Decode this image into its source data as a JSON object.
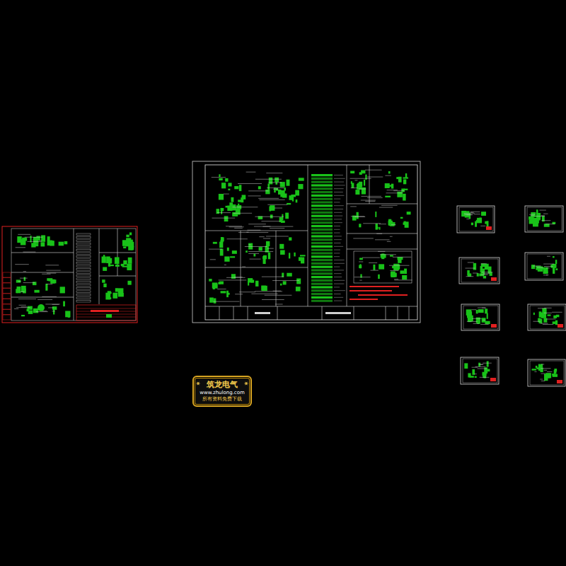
{
  "diagram": {
    "nodes": [
      {
        "text": [
          "筑龙电气",
          "www.zhulong.com",
          "所有资料免费下载"
        ]
      }
    ]
  }
}
